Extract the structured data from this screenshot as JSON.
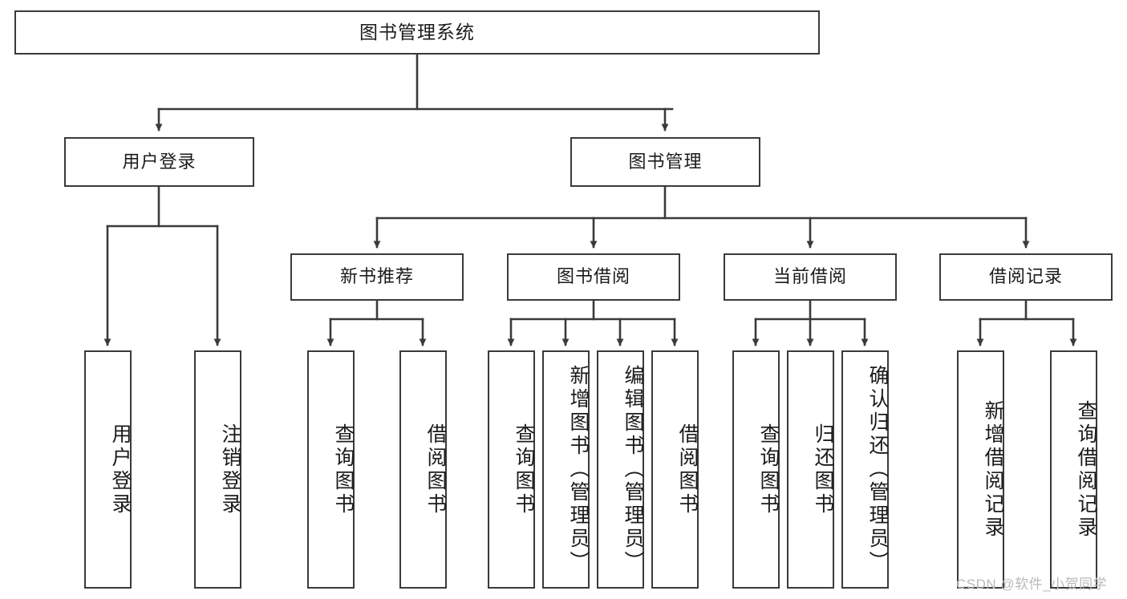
{
  "diagram": {
    "title": "图书管理系统",
    "type": "tree-hierarchy-diagram",
    "root": {
      "id": "root",
      "label": "图书管理系统"
    },
    "level1": [
      {
        "id": "user-login",
        "label": "用户登录"
      },
      {
        "id": "book-manage",
        "label": "图书管理"
      }
    ],
    "level2": [
      {
        "id": "new-book-recommend",
        "label": "新书推荐"
      },
      {
        "id": "book-borrow",
        "label": "图书借阅"
      },
      {
        "id": "current-borrow",
        "label": "当前借阅"
      },
      {
        "id": "borrow-record",
        "label": "借阅记录"
      }
    ],
    "leaves": [
      {
        "id": "leaf-user-login",
        "label": "用户登录",
        "parent": "user-login"
      },
      {
        "id": "leaf-logout-login",
        "label": "注销登录",
        "parent": "user-login"
      },
      {
        "id": "leaf-query-book-1",
        "label": "查询图书",
        "parent": "new-book-recommend"
      },
      {
        "id": "leaf-borrow-book-1",
        "label": "借阅图书",
        "parent": "new-book-recommend"
      },
      {
        "id": "leaf-query-book-2",
        "label": "查询图书",
        "parent": "book-borrow"
      },
      {
        "id": "leaf-add-book",
        "label": "新增图书（管理员）",
        "parent": "book-borrow"
      },
      {
        "id": "leaf-edit-book",
        "label": "编辑图书（管理员）",
        "parent": "book-borrow"
      },
      {
        "id": "leaf-borrow-book-2",
        "label": "借阅图书",
        "parent": "book-borrow"
      },
      {
        "id": "leaf-query-book-3",
        "label": "查询图书",
        "parent": "current-borrow"
      },
      {
        "id": "leaf-return-book",
        "label": "归还图书",
        "parent": "current-borrow"
      },
      {
        "id": "leaf-confirm-return",
        "label": "确认归还（管理员）",
        "parent": "current-borrow"
      },
      {
        "id": "leaf-add-record",
        "label": "新增借阅记录",
        "parent": "borrow-record"
      },
      {
        "id": "leaf-query-record",
        "label": "查询借阅记录",
        "parent": "borrow-record"
      }
    ]
  },
  "watermark": {
    "text": "CSDN @软件_小贺同学"
  },
  "colors": {
    "border": "#3a3a3a",
    "text": "#1b1b1b",
    "background": "#ffffff",
    "watermark": "#b9b9b9"
  }
}
